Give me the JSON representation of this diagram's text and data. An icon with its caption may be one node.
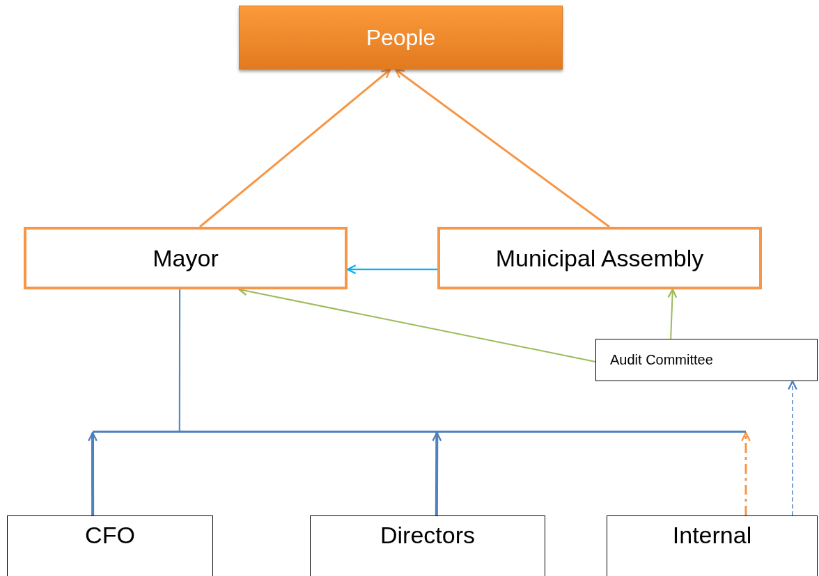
{
  "diagram": {
    "nodes": [
      {
        "text": [
          "People"
        ]
      },
      {
        "text": [
          "Mayor"
        ]
      },
      {
        "text": [
          "Municipal Assembly"
        ]
      },
      {
        "text": [
          "Audit Committee"
        ]
      },
      {
        "text": [],
        "shape": "bar"
      },
      {
        "text": [
          "CFO"
        ]
      },
      {
        "text": [
          "Directors"
        ]
      },
      {
        "text": [
          "Internal"
        ]
      }
    ],
    "edges": [
      {
        "from": 1,
        "to": 0,
        "arrow": "to",
        "color": "#f79646"
      },
      {
        "from": 2,
        "to": 0,
        "arrow": "to",
        "color": "#f79646"
      },
      {
        "from": 2,
        "to": 1,
        "arrow": "to",
        "color": "#00b0f0"
      },
      {
        "from": 3,
        "to": 1,
        "arrow": "to",
        "color": "#9bbb59"
      },
      {
        "from": 3,
        "to": 2,
        "arrow": "to",
        "color": "#9bbb59"
      },
      {
        "from": 4,
        "to": 1,
        "arrow": "none"
      },
      {
        "from": 5,
        "to": 4,
        "arrow": "to",
        "style": "thick"
      },
      {
        "from": 6,
        "to": 4,
        "arrow": "to",
        "style": "thick"
      },
      {
        "from": 7,
        "to": 4,
        "arrow": "to",
        "style": "dashed",
        "color": "#f79646"
      },
      {
        "from": 7,
        "to": 3,
        "arrow": "to",
        "style": "dashed"
      }
    ]
  }
}
